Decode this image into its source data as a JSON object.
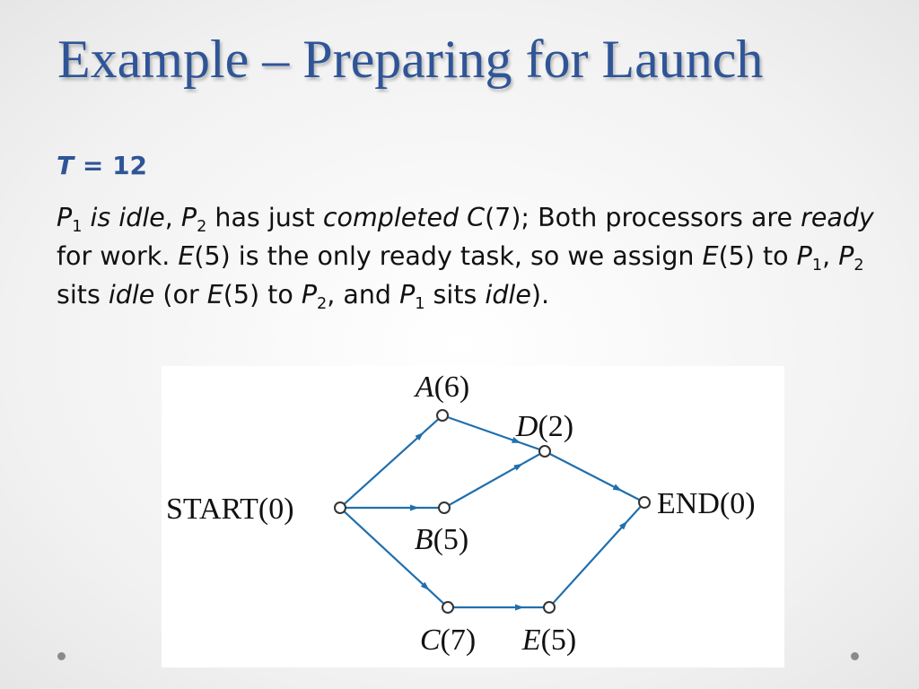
{
  "slide": {
    "title": "Example – Preparing for Launch",
    "time_var": "T",
    "time_rest": " = 12",
    "paragraph": [
      {
        "t": "P",
        "s": "i"
      },
      {
        "t": "1",
        "s": "sub"
      },
      {
        "t": " ",
        "s": "n"
      },
      {
        "t": "is idle",
        "s": "i"
      },
      {
        "t": ", ",
        "s": "n"
      },
      {
        "t": "P",
        "s": "i"
      },
      {
        "t": "2",
        "s": "sub"
      },
      {
        "t": " has just ",
        "s": "n"
      },
      {
        "t": "completed C",
        "s": "i"
      },
      {
        "t": "(7); Both processors are ",
        "s": "n"
      },
      {
        "t": "ready",
        "s": "i"
      },
      {
        "t": " for work. ",
        "s": "n"
      },
      {
        "t": "E",
        "s": "i"
      },
      {
        "t": "(5) is the only ready task, so we assign ",
        "s": "n"
      },
      {
        "t": "E",
        "s": "i"
      },
      {
        "t": "(5) to ",
        "s": "n"
      },
      {
        "t": "P",
        "s": "i"
      },
      {
        "t": "1",
        "s": "sub"
      },
      {
        "t": ", ",
        "s": "n"
      },
      {
        "t": "P",
        "s": "i"
      },
      {
        "t": "2",
        "s": "sub"
      },
      {
        "t": " sits ",
        "s": "n"
      },
      {
        "t": "idle",
        "s": "i"
      },
      {
        "t": " (or ",
        "s": "n"
      },
      {
        "t": "E",
        "s": "i"
      },
      {
        "t": "(5) to ",
        "s": "n"
      },
      {
        "t": "P",
        "s": "i"
      },
      {
        "t": "2",
        "s": "sub"
      },
      {
        "t": ", and ",
        "s": "n"
      },
      {
        "t": "P",
        "s": "i"
      },
      {
        "t": "1",
        "s": "sub"
      },
      {
        "t": " sits ",
        "s": "n"
      },
      {
        "t": "idle",
        "s": "i"
      },
      {
        "t": ").",
        "s": "n"
      }
    ]
  },
  "diagram": {
    "nodes": [
      {
        "id": "START",
        "name": "START",
        "duration": "(0)",
        "italic": false
      },
      {
        "id": "A",
        "name": "A",
        "duration": "(6)",
        "italic": true
      },
      {
        "id": "B",
        "name": "B",
        "duration": "(5)",
        "italic": true
      },
      {
        "id": "C",
        "name": "C",
        "duration": "(7)",
        "italic": true
      },
      {
        "id": "D",
        "name": "D",
        "duration": "(2)",
        "italic": true
      },
      {
        "id": "E",
        "name": "E",
        "duration": "(5)",
        "italic": true
      },
      {
        "id": "END",
        "name": "END",
        "duration": "(0)",
        "italic": false
      }
    ],
    "edges": [
      [
        "START",
        "A"
      ],
      [
        "START",
        "B"
      ],
      [
        "START",
        "C"
      ],
      [
        "A",
        "D"
      ],
      [
        "B",
        "D"
      ],
      [
        "C",
        "E"
      ],
      [
        "D",
        "END"
      ],
      [
        "E",
        "END"
      ]
    ],
    "edge_color": "#1f6fae"
  },
  "theme": {
    "title_color": "#2f5597",
    "text_color": "#111111"
  }
}
